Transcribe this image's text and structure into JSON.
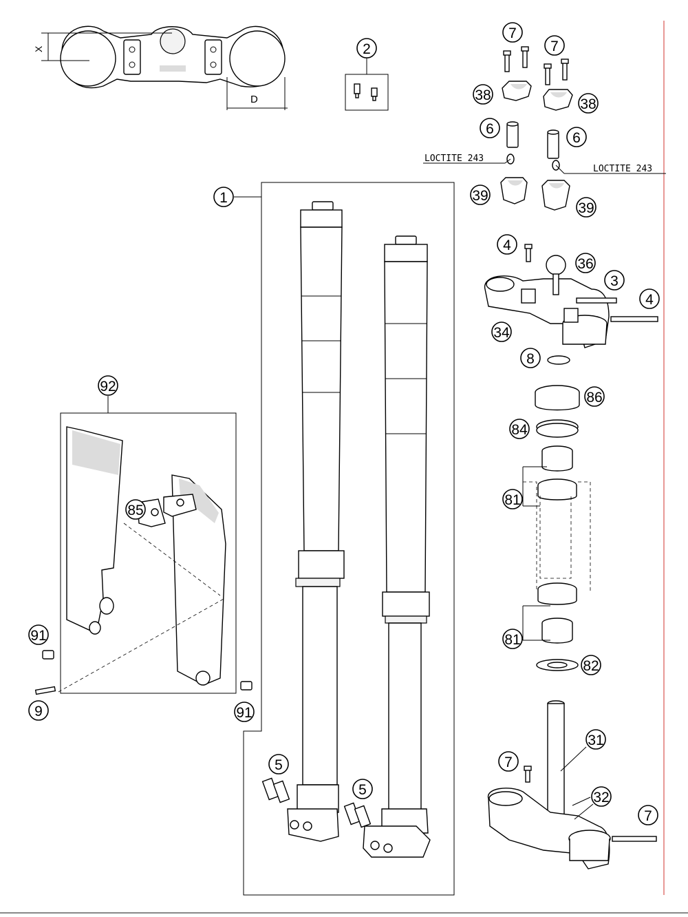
{
  "dimensions": {
    "x_label": "X",
    "d_label": "D"
  },
  "loctite": {
    "left": "LOCTITE 243",
    "right": "LOCTITE 243"
  },
  "callouts": {
    "c1": "1",
    "c2": "2",
    "c3": "3",
    "c4a": "4",
    "c4b": "4",
    "c5a": "5",
    "c5b": "5",
    "c6a": "6",
    "c6b": "6",
    "c7a": "7",
    "c7b": "7",
    "c7c": "7",
    "c7d": "7",
    "c8": "8",
    "c9": "9",
    "c31": "31",
    "c32": "32",
    "c34": "34",
    "c36": "36",
    "c38a": "38",
    "c38b": "38",
    "c39a": "39",
    "c39b": "39",
    "c81a": "81",
    "c81b": "81",
    "c82": "82",
    "c84": "84",
    "c85": "85",
    "c86": "86",
    "c91a": "91",
    "c91b": "91",
    "c92": "92"
  },
  "colors": {
    "line": "#000000",
    "border_red": "#d9534f",
    "fill": "#ffffff",
    "shade": "#dcdcdc"
  }
}
